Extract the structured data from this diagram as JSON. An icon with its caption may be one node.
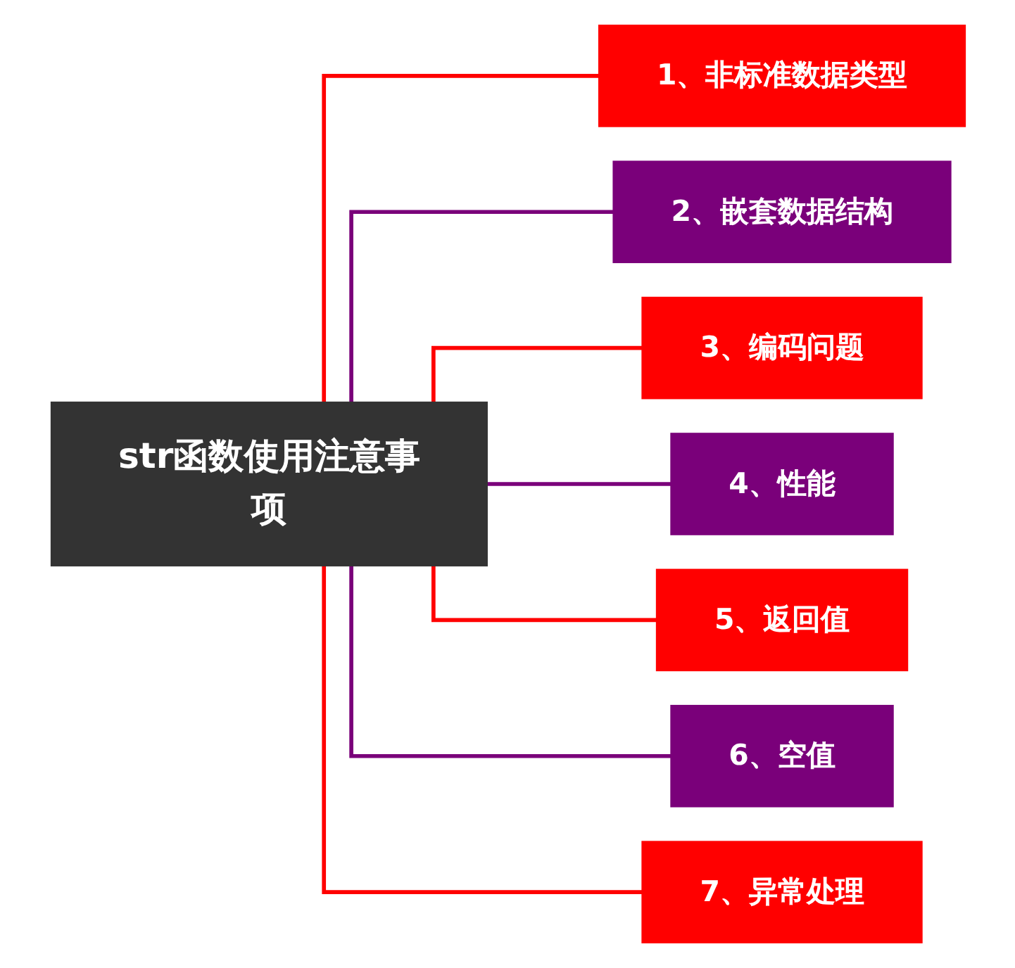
{
  "diagram": {
    "nodes": [
      {
        "text": [
          "str函数使用注意事项"
        ]
      },
      {
        "text": [
          "1、非标准数据类型"
        ]
      },
      {
        "text": [
          "2、嵌套数据结构"
        ]
      },
      {
        "text": [
          "3、编码问题"
        ]
      },
      {
        "text": [
          "4、性能"
        ]
      },
      {
        "text": [
          "5、返回值"
        ]
      },
      {
        "text": [
          "6、空值"
        ]
      },
      {
        "text": [
          "7、异常处理"
        ]
      }
    ],
    "edges": [
      {
        "from": 0,
        "to": 1,
        "arrow": "none"
      },
      {
        "from": 0,
        "to": 2,
        "arrow": "none",
        "color": "#7a007a"
      },
      {
        "from": 0,
        "to": 3,
        "arrow": "none"
      },
      {
        "from": 0,
        "to": 4,
        "arrow": "none",
        "color": "#7a007a"
      },
      {
        "from": 0,
        "to": 5,
        "arrow": "none"
      },
      {
        "from": 0,
        "to": 6,
        "arrow": "none",
        "color": "#7a007a"
      },
      {
        "from": 0,
        "to": 7,
        "arrow": "none"
      }
    ]
  }
}
